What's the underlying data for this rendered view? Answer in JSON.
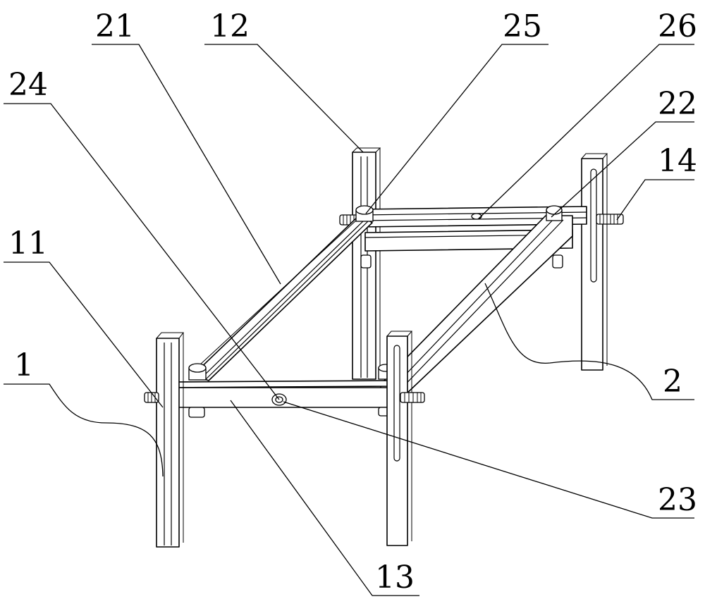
{
  "labels": {
    "l_1": "1",
    "l_2": "2",
    "l_11": "11",
    "l_12": "12",
    "l_13": "13",
    "l_14": "14",
    "l_21": "21",
    "l_22": "22",
    "l_23": "23",
    "l_24": "24",
    "l_25": "25",
    "l_26": "26"
  },
  "colors": {
    "line": "#000000",
    "background": "#ffffff"
  }
}
